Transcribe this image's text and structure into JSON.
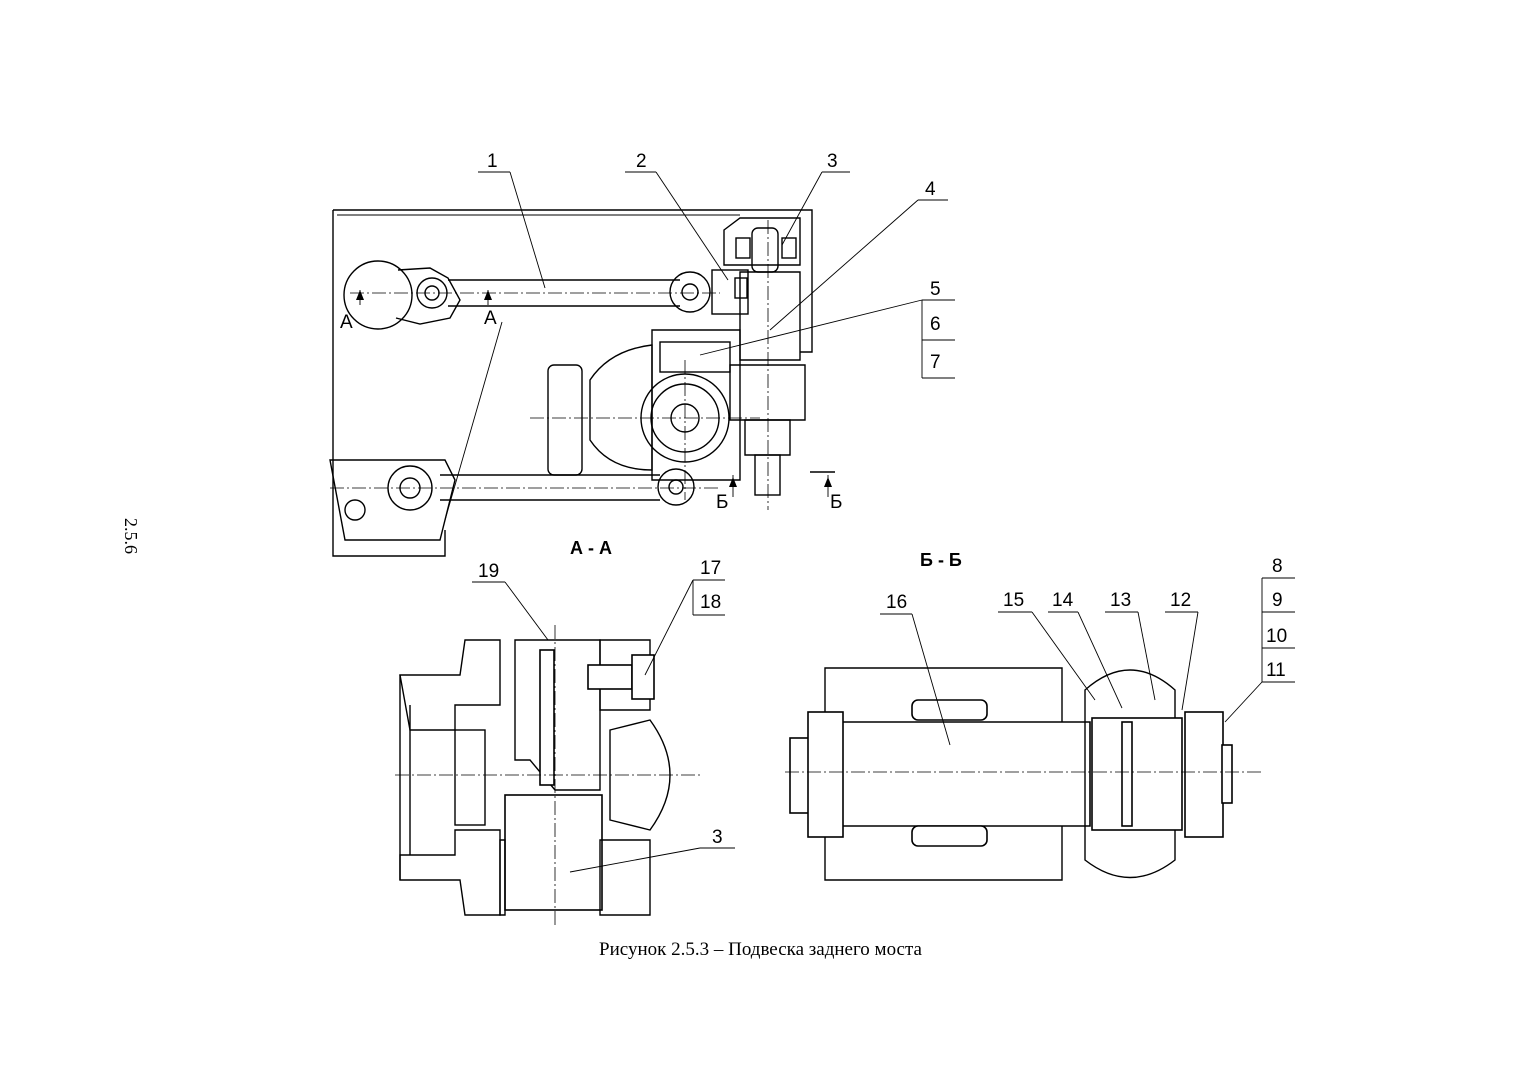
{
  "page_number": "2.5.6",
  "caption": "Рисунок 2.5.3 – Подвеска заднего моста",
  "section_labels": {
    "aa": "А - А",
    "bb": "Б - Б",
    "a_mark": "А",
    "b_mark": "Б"
  },
  "callouts": {
    "c1": "1",
    "c2": "2",
    "c3": "3",
    "c4": "4",
    "c5": "5",
    "c6": "6",
    "c7": "7",
    "c8": "8",
    "c9": "9",
    "c10": "10",
    "c11": "11",
    "c12": "12",
    "c13": "13",
    "c14": "14",
    "c15": "15",
    "c16": "16",
    "c17": "17",
    "c18": "18",
    "c19": "19",
    "c3b": "3"
  }
}
